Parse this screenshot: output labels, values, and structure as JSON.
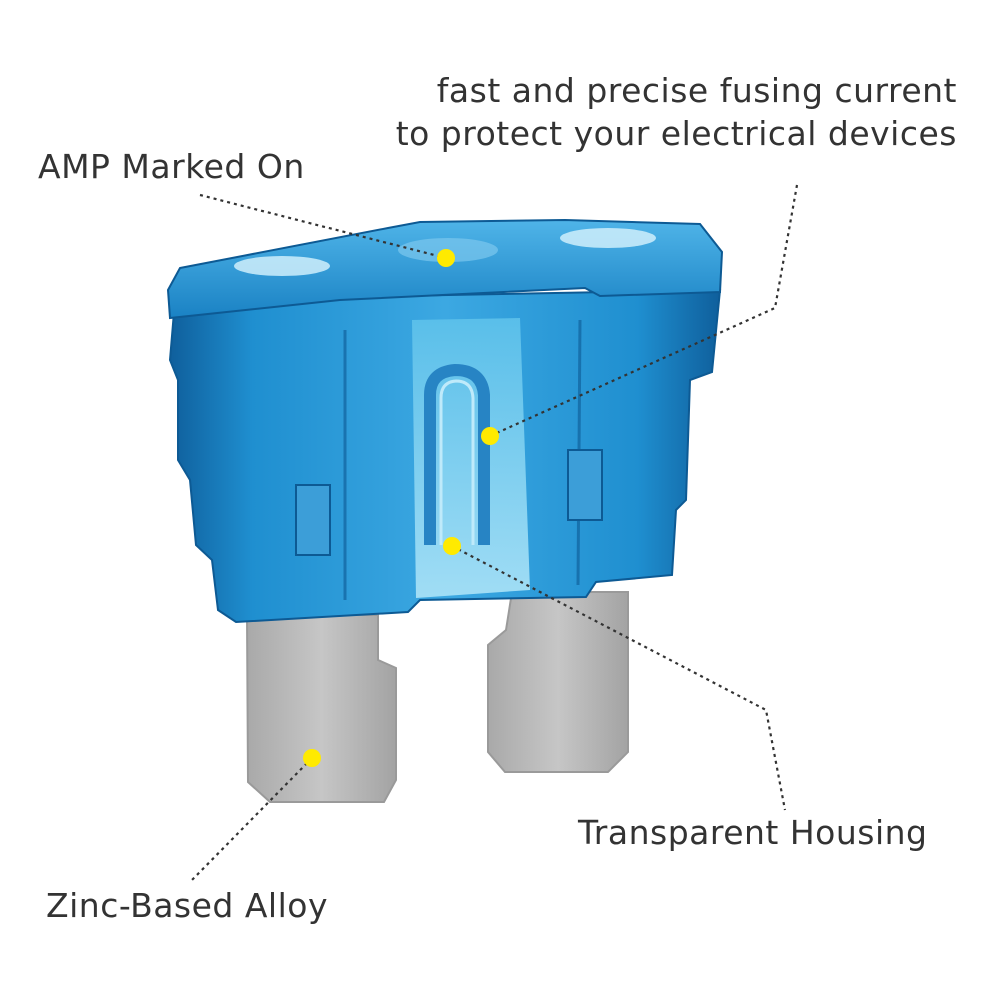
{
  "callouts": {
    "amp": {
      "text": "AMP Marked On"
    },
    "fusing": {
      "lines": [
        "fast and precise fusing current",
        "to protect your electrical devices"
      ]
    },
    "housing": {
      "text": "Transparent Housing"
    },
    "alloy": {
      "text": "Zinc-Based Alloy"
    }
  },
  "colors": {
    "housing_blue": "#1f8fd0",
    "housing_dark": "#0f5f9c",
    "window_blue": "#7ed0ee",
    "terminal_gray": "#b9b9b9",
    "marker_yellow": "#ffea00",
    "leader_line": "#333333",
    "text": "#333333"
  }
}
